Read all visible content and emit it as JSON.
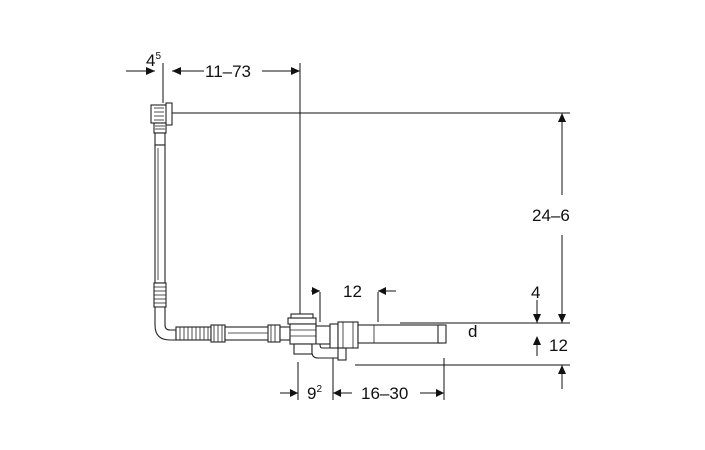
{
  "dimensions": {
    "overflow_offset": {
      "base": "4",
      "sup": "5"
    },
    "overflow_range": "11–73",
    "height_range": "24–6",
    "drain_offset": "12",
    "lower_4": "4",
    "lower_12": "12",
    "pipe_diameter": "d",
    "bottom_offset": {
      "base": "9",
      "sup": "2"
    },
    "bottom_range": "16–30"
  }
}
